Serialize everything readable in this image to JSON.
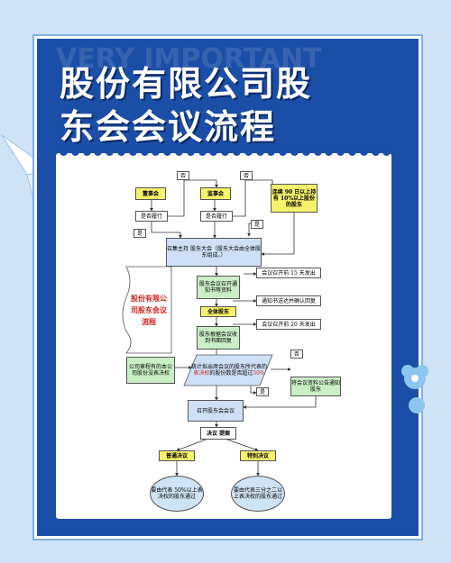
{
  "title": {
    "line1": "股份有限公司股",
    "line2": "东会会议流程"
  },
  "watermark": "VERY IMPORTANT",
  "nodes": {
    "board": "董事会",
    "supervisor": "监事会",
    "shareholder10": "连续 90 日以上持有 10%以上股份的股东",
    "fulfill1": "是否履行",
    "fulfill2": "是否履行",
    "no1": "否",
    "no2": "否",
    "yes1": "是",
    "yes2": "是",
    "convene": "召集主持 股东大会（股东大会由全体股东组成。）",
    "notice15": "会议召开前 15 天发出",
    "meeting_notice": "股东会议召开通知书等资料",
    "confirm_reply": "通知书送达并确认回复",
    "all_shareholders": "全体股东",
    "notice20": "会议召开前 20 天发出",
    "reply_form": "股东根据会议收到书面回复",
    "side_title": "股份有限公司股东会议流程",
    "articles": "公司章程有的本公司股份没表决权",
    "count_part1": "统计拟出席会议的股东所代表的",
    "count_red": "表决权",
    "count_part2": "的股份数是否超过",
    "count_pct": "50%",
    "no3": "否",
    "yes3": "是",
    "renotify": "将会议资料公告通知股东",
    "hold": "召开股东会会议",
    "vote": "决议 提案",
    "ordinary": "普通决议",
    "special": "特别决议",
    "ordinary_rule": "要由代表 50%以上表决权的股东通过",
    "special_rule": "要由代表三分之二以上表决权的股东通过"
  },
  "colors": {
    "frame": "#1b4ea6",
    "accent": "#d2231d",
    "yellow": "#f6f26b",
    "green": "#c9efc5",
    "blue": "#cde0f7"
  }
}
